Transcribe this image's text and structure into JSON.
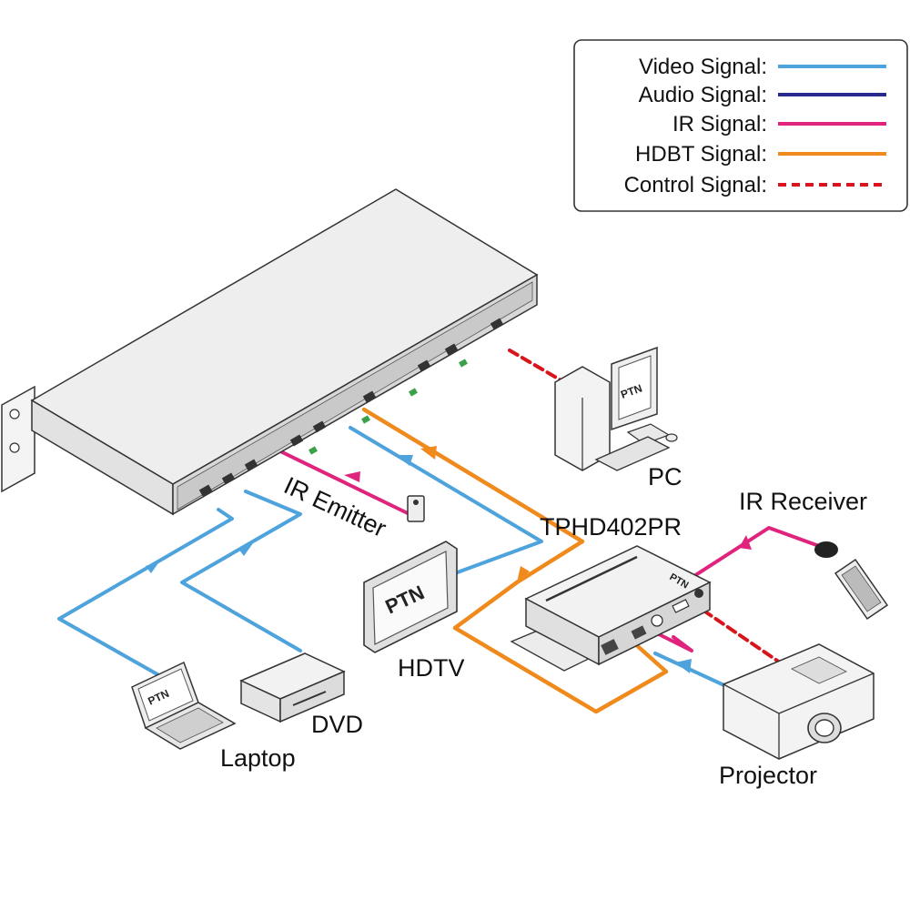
{
  "legend": {
    "items": [
      {
        "label": "Video Signal:",
        "color": "#4ea3dc",
        "style": "solid"
      },
      {
        "label": "Audio Signal:",
        "color": "#2a2a8c",
        "style": "solid"
      },
      {
        "label": "IR  Signal:",
        "color": "#e0247e",
        "style": "solid"
      },
      {
        "label": "HDBT Signal:",
        "color": "#f08a1c",
        "style": "solid"
      },
      {
        "label": "Control  Signal:",
        "color": "#d8141c",
        "style": "dashed"
      }
    ]
  },
  "devices": {
    "pc": "PC",
    "ir_emitter": "IR Emitter",
    "ir_receiver": "IR Receiver",
    "receiver_model": "TPHD402PR",
    "hdtv": "HDTV",
    "dvd": "DVD",
    "laptop": "Laptop",
    "projector": "Projector"
  },
  "brand": "PTN"
}
